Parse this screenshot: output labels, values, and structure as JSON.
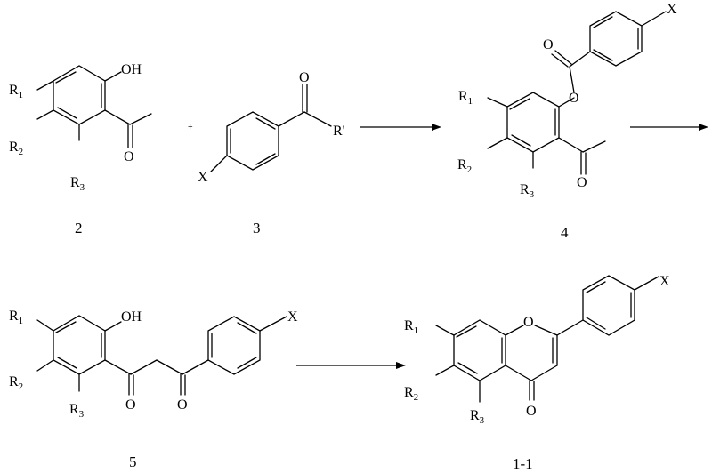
{
  "scheme": {
    "compounds": [
      {
        "id": "c2",
        "number": "2",
        "labels": {
          "r1": "R",
          "r1_sub": "1",
          "r2": "R",
          "r2_sub": "2",
          "r3": "R",
          "r3_sub": "3",
          "oh": "OH",
          "o": "O"
        }
      },
      {
        "id": "c3",
        "number": "3",
        "labels": {
          "x": "X",
          "o": "O",
          "r_prime": "R'"
        }
      },
      {
        "id": "c4",
        "number": "4",
        "labels": {
          "r1": "R",
          "r1_sub": "1",
          "r2": "R",
          "r2_sub": "2",
          "r3": "R",
          "r3_sub": "3",
          "x": "X",
          "o_carbonyl": "O",
          "o_ester": "O",
          "o_ketone": "O"
        }
      },
      {
        "id": "c5",
        "number": "5",
        "labels": {
          "r1": "R",
          "r1_sub": "1",
          "r2": "R",
          "r2_sub": "2",
          "r3": "R",
          "r3_sub": "3",
          "oh": "OH",
          "x": "X",
          "o1": "O",
          "o2": "O"
        }
      },
      {
        "id": "c1_1",
        "number": "1-1",
        "labels": {
          "r1": "R",
          "r1_sub": "1",
          "r2": "R",
          "r2_sub": "2",
          "r3": "R",
          "r3_sub": "3",
          "x": "X",
          "o_ring": "O",
          "o_ketone": "O"
        }
      }
    ],
    "plus": "+",
    "arrows": [
      "c2+c3→c4",
      "c4→c5",
      "c5→c1-1"
    ]
  }
}
